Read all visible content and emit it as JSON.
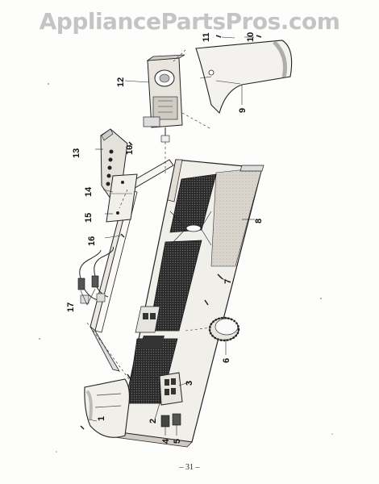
{
  "watermark": "AppliancePartsPros.com",
  "page_number": "– 31 –",
  "callouts": [
    {
      "id": "c1",
      "text": "1"
    },
    {
      "id": "c2",
      "text": "2"
    },
    {
      "id": "c3",
      "text": "3"
    },
    {
      "id": "c4",
      "text": "4"
    },
    {
      "id": "c5",
      "text": "5"
    },
    {
      "id": "c6",
      "text": "6"
    },
    {
      "id": "c7",
      "text": "7"
    },
    {
      "id": "c8",
      "text": "8"
    },
    {
      "id": "c9",
      "text": "9"
    },
    {
      "id": "c10a",
      "text": "10"
    },
    {
      "id": "c10b",
      "text": "10"
    },
    {
      "id": "c11",
      "text": "11"
    },
    {
      "id": "c12",
      "text": "12"
    },
    {
      "id": "c13",
      "text": "13"
    },
    {
      "id": "c14",
      "text": "14"
    },
    {
      "id": "c15",
      "text": "15"
    },
    {
      "id": "c16",
      "text": "16"
    },
    {
      "id": "c17",
      "text": "17"
    }
  ]
}
